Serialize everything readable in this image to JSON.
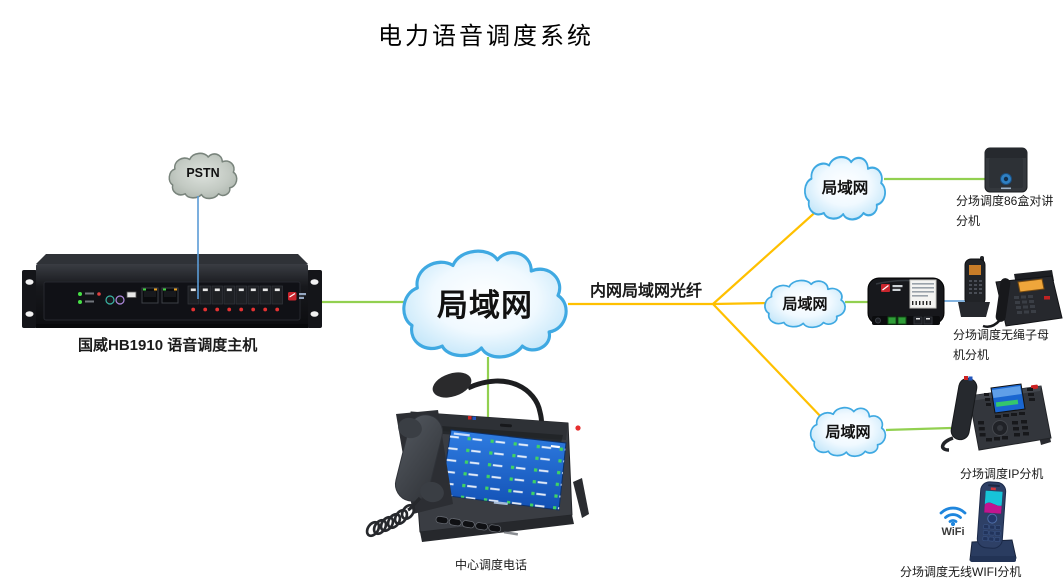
{
  "title": "电力语音调度系统",
  "colors": {
    "line_lan_green": "#92d050",
    "line_fiber_orange": "#ffc000",
    "line_pstn_blue": "#5b9bd5",
    "cloud_stroke_blue": "#3fa9e2",
    "cloud_fill_blue": "#b9e2f8",
    "pstn_cloud_fill": "#c3cac3",
    "background": "#ffffff"
  },
  "clouds": {
    "pstn": {
      "label": "PSTN"
    },
    "center": {
      "label": "局域网"
    },
    "top": {
      "label": "局域网"
    },
    "middle": {
      "label": "局域网"
    },
    "bottom": {
      "label": "局域网"
    }
  },
  "links": {
    "fiber_label": "内网局域网光纤"
  },
  "devices": {
    "server": {
      "label": "国威HB1910 语音调度主机"
    },
    "dispatch_phone": {
      "label": "中心调度电话"
    },
    "intercom_box": {
      "label": "分场调度86盒对讲分机"
    },
    "cordless_phone": {
      "label": "分场调度无绳子母机分机"
    },
    "ip_phone": {
      "label": "分场调度IP分机"
    },
    "wifi_phone": {
      "label": "分场调度无线WIFI分机",
      "wifi_text": "WiFi"
    }
  }
}
